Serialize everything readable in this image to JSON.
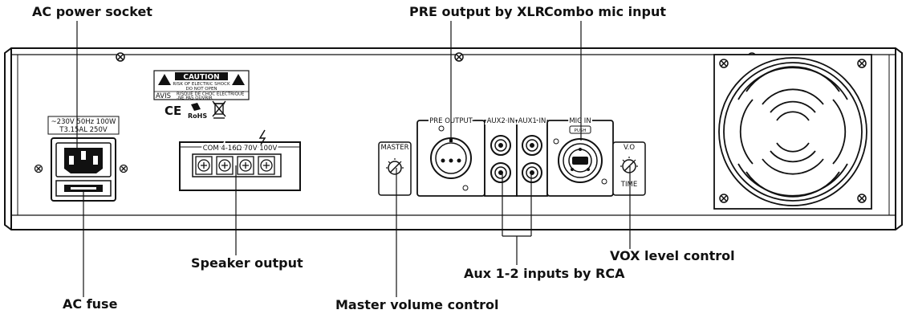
{
  "callouts": {
    "ac_power_socket": "AC power socket",
    "pre_output_xlr": "PRE output by XLR",
    "combo_mic_input": "Combo mic input",
    "speaker_output": "Speaker output",
    "vox_level_control": "VOX level control",
    "aux_inputs_rca": "Aux 1-2 inputs by RCA",
    "ac_fuse": "AC fuse",
    "master_volume_control": "Master volume control"
  },
  "panel_labels": {
    "power_rating_1": "~230V 50Hz 100W",
    "power_rating_2": "T3.15AL 250V",
    "caution_title": "CAUTION",
    "caution_line1": "RISK OF ELECTRIC SHOCK",
    "caution_line2": "DO NOT OPEN",
    "avis": "AVIS",
    "avis_line1": "RISQUE DE CHOC ELECTRIQUE",
    "avis_line2": "-NE PAS OUVRIR",
    "ce_mark": "CE",
    "rohs_mark": "RoHS",
    "speaker_terminals": "COM  4-16Ω  70V     100V",
    "master": "MASTER",
    "pre_output": "PRE OUTPUT",
    "aux2_in": "AUX2 IN",
    "aux1_in": "AUX1 IN",
    "mic_in": "MIC IN",
    "push": "PUSH",
    "vo": "V.O",
    "time": "TIME"
  }
}
